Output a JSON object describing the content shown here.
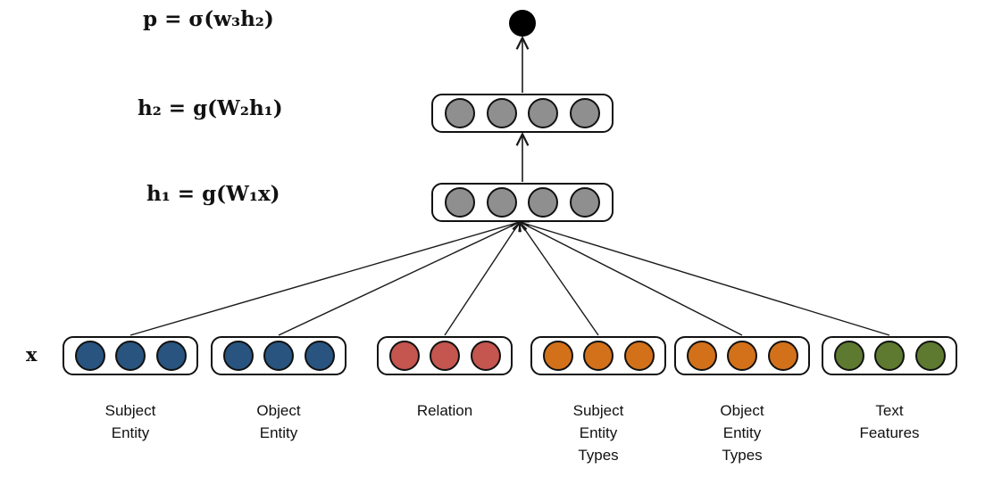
{
  "diagram": {
    "formulas": [
      {
        "id": "output-probability",
        "text": "p = σ(w₃h₂)"
      },
      {
        "id": "hidden-layer-2",
        "text": "h₂ = g(W₂h₁)"
      },
      {
        "id": "hidden-layer-1",
        "text": "h₁ = g(W₁x)"
      }
    ],
    "input_vector_label": "x",
    "output_node": {
      "color": "#000000"
    },
    "hidden_layers": [
      {
        "id": "h2",
        "nodes": 4,
        "node_color": "#8f8f8f"
      },
      {
        "id": "h1",
        "nodes": 4,
        "node_color": "#8f8f8f"
      }
    ],
    "input_groups": [
      {
        "id": "subject-entity",
        "label": "Subject\nEntity",
        "nodes": 3,
        "node_color": "#28547f"
      },
      {
        "id": "object-entity",
        "label": "Object\nEntity",
        "nodes": 3,
        "node_color": "#28547f"
      },
      {
        "id": "relation",
        "label": "Relation",
        "nodes": 3,
        "node_color": "#c4554f"
      },
      {
        "id": "subject-entity-types",
        "label": "Subject\nEntity\nTypes",
        "nodes": 3,
        "node_color": "#d2711a"
      },
      {
        "id": "object-entity-types",
        "label": "Object\nEntity\nTypes",
        "nodes": 3,
        "node_color": "#d2711a"
      },
      {
        "id": "text-features",
        "label": "Text\nFeatures",
        "nodes": 3,
        "node_color": "#5d7a30"
      }
    ],
    "line_color": "#1a1a1a"
  }
}
